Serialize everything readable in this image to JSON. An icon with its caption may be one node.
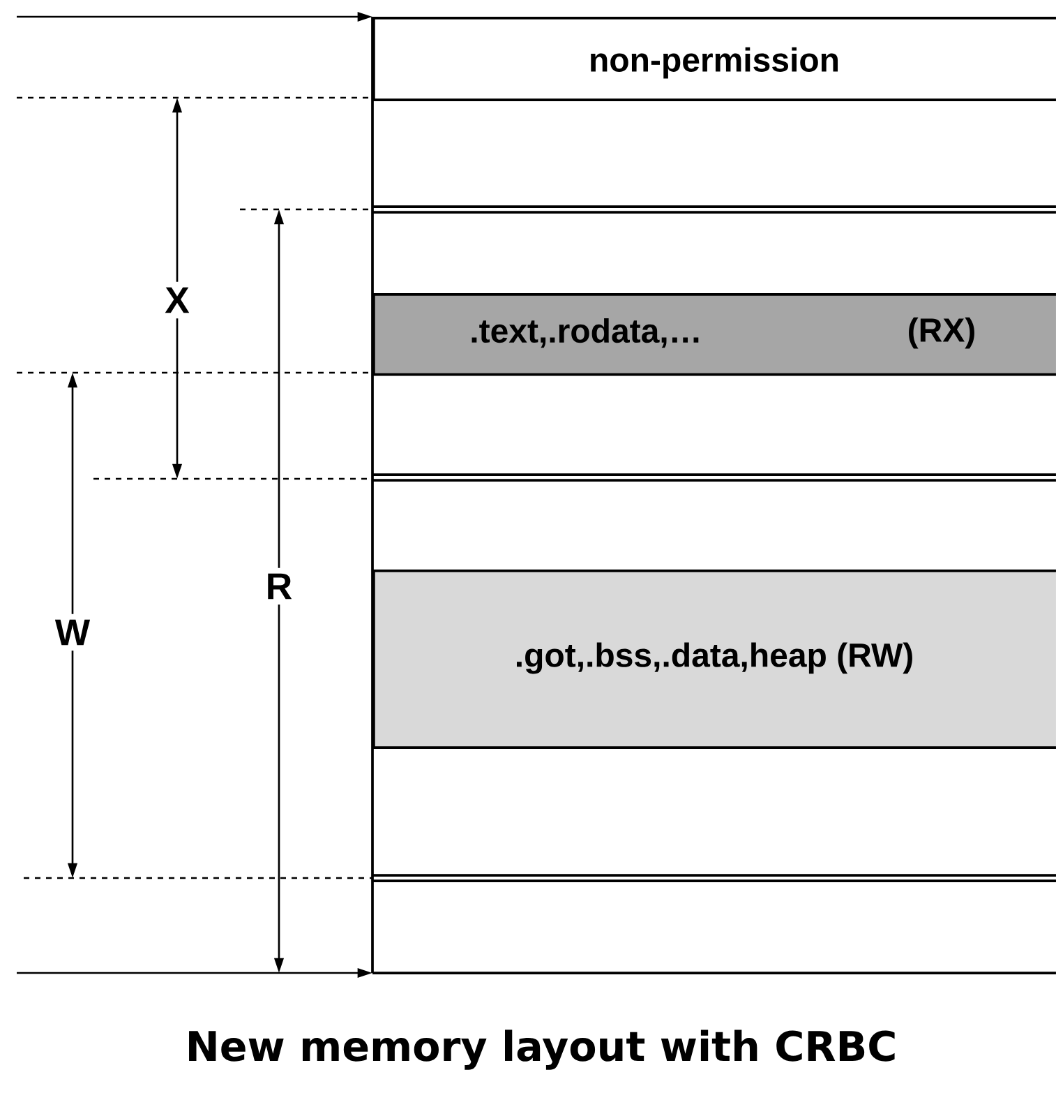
{
  "diagram": {
    "caption": "New memory layout with CRBC",
    "nodes": [
      {
        "text": [
          "non-permission"
        ]
      },
      {
        "text": [
          ".text,.rodata,…",
          "(RX)"
        ]
      },
      {
        "text": [
          ".got,.bss,.data,heap (RW)"
        ]
      }
    ],
    "labels": [
      "X",
      "R",
      "W"
    ]
  }
}
